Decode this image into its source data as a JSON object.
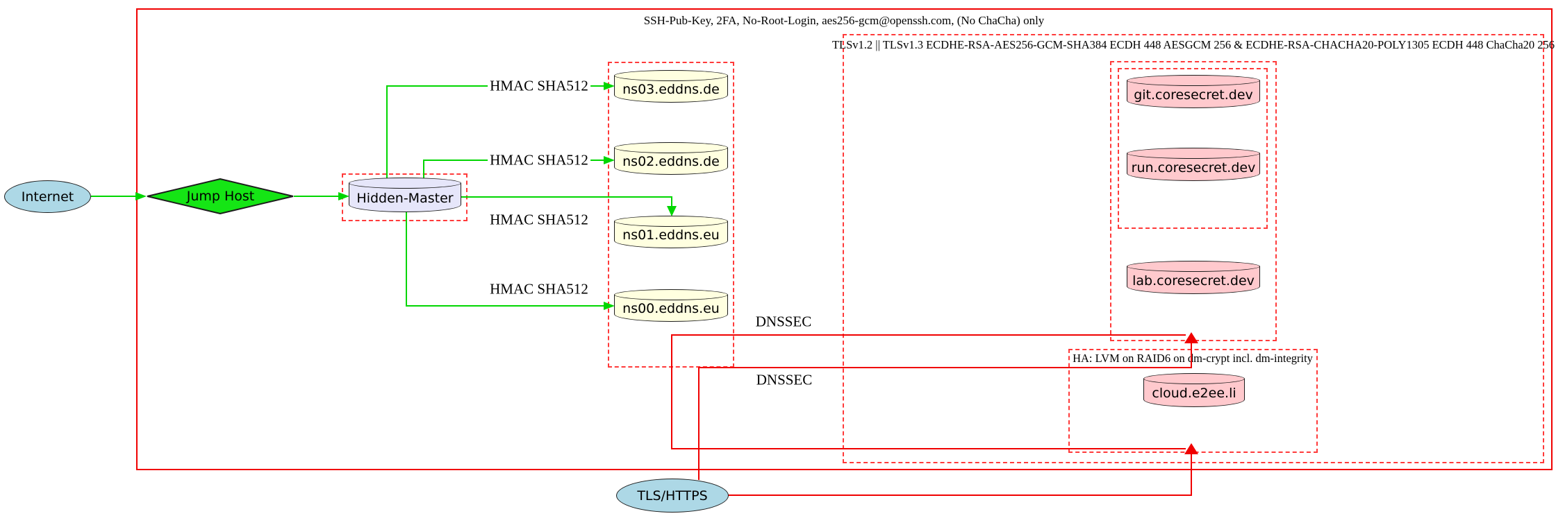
{
  "diagram_title": "DNS / hosting security architecture diagram",
  "clusters": {
    "ssh": {
      "label": "SSH-Pub-Key, 2FA, No-Root-Login, aes256-gcm@openssh.com, (No ChaCha) only"
    },
    "tls": {
      "label": "TLSv1.2 || TLSv1.3 ECDHE-RSA-AES256-GCM-SHA384 ECDH 448 AESGCM 256 & ECDHE-RSA-CHACHA20-POLY1305 ECDH 448 ChaCha20 256"
    },
    "ha": {
      "label": "HA: LVM on RAID6 on dm-crypt incl. dm-integrity"
    }
  },
  "nodes": {
    "internet": {
      "label": "Internet",
      "shape": "ellipse",
      "fill": "#add8e6"
    },
    "jump_host": {
      "label": "Jump Host",
      "shape": "diamond",
      "fill": "#15e515"
    },
    "hidden_master": {
      "label": "Hidden-Master",
      "shape": "cylinder",
      "fill": "#e6e6fa"
    },
    "ns03": {
      "label": "ns03.eddns.de",
      "shape": "cylinder",
      "fill": "#ffffe0"
    },
    "ns02": {
      "label": "ns02.eddns.de",
      "shape": "cylinder",
      "fill": "#ffffe0"
    },
    "ns01": {
      "label": "ns01.eddns.eu",
      "shape": "cylinder",
      "fill": "#ffffe0"
    },
    "ns00": {
      "label": "ns00.eddns.eu",
      "shape": "cylinder",
      "fill": "#ffffe0"
    },
    "git": {
      "label": "git.coresecret.dev",
      "shape": "cylinder",
      "fill": "#ffc9cd"
    },
    "run": {
      "label": "run.coresecret.dev",
      "shape": "cylinder",
      "fill": "#ffc9cd"
    },
    "lab": {
      "label": "lab.coresecret.dev",
      "shape": "cylinder",
      "fill": "#ffc9cd"
    },
    "cloud": {
      "label": "cloud.e2ee.li",
      "shape": "cylinder",
      "fill": "#ffc9cd"
    },
    "tls_https": {
      "label": "TLS/HTTPS",
      "shape": "ellipse",
      "fill": "#add8e6"
    }
  },
  "edge_labels": {
    "hmac1": "HMAC SHA512",
    "hmac2": "HMAC SHA512",
    "hmac3": "HMAC SHA512",
    "hmac4": "HMAC SHA512",
    "dnssec1": "DNSSEC",
    "dnssec2": "DNSSEC"
  },
  "colors": {
    "edge_green": "#00d600",
    "jump_fill": "#15e515",
    "edge_red": "#f00000",
    "cluster_red": "#ff3a3a",
    "node_border": "#1c1c1c",
    "internet_fill": "#add8e6",
    "master_fill": "#e6e6fa",
    "ns_fill": "#ffffe0",
    "service_fill": "#ffc9cd"
  }
}
